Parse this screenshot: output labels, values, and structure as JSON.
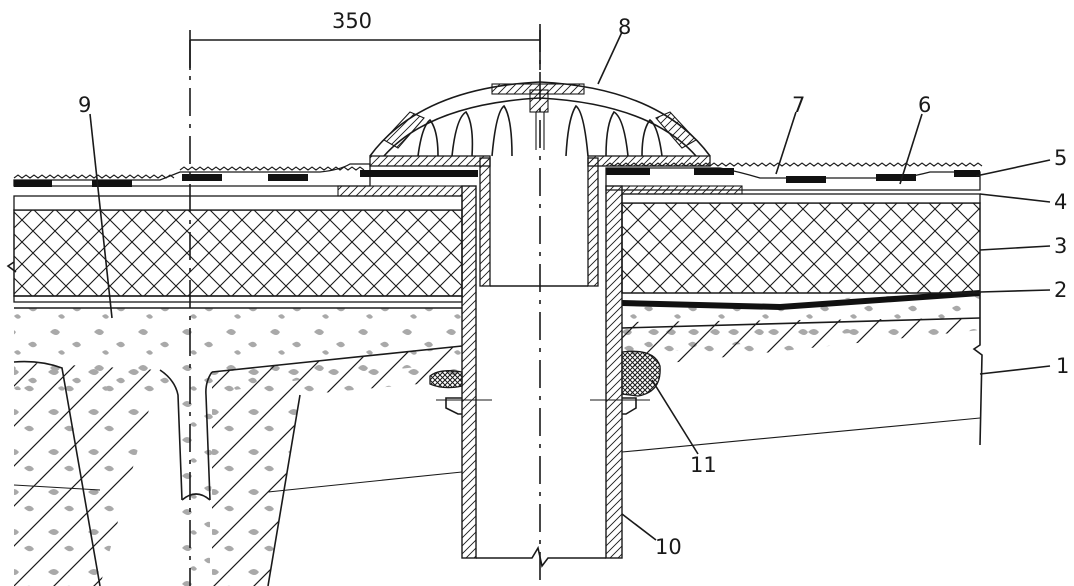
{
  "dimension": {
    "value": "350"
  },
  "callouts": [
    {
      "id": "1",
      "text": "1"
    },
    {
      "id": "2",
      "text": "2"
    },
    {
      "id": "3",
      "text": "3"
    },
    {
      "id": "4",
      "text": "4"
    },
    {
      "id": "5",
      "text": "5"
    },
    {
      "id": "6",
      "text": "6"
    },
    {
      "id": "7",
      "text": "7"
    },
    {
      "id": "8",
      "text": "8"
    },
    {
      "id": "9",
      "text": "9"
    },
    {
      "id": "10",
      "text": "10"
    },
    {
      "id": "11",
      "text": "11"
    }
  ],
  "colors": {
    "ink": "#1a1a1a",
    "aggregate": "#a9a9a9",
    "membrane": "#111111"
  }
}
